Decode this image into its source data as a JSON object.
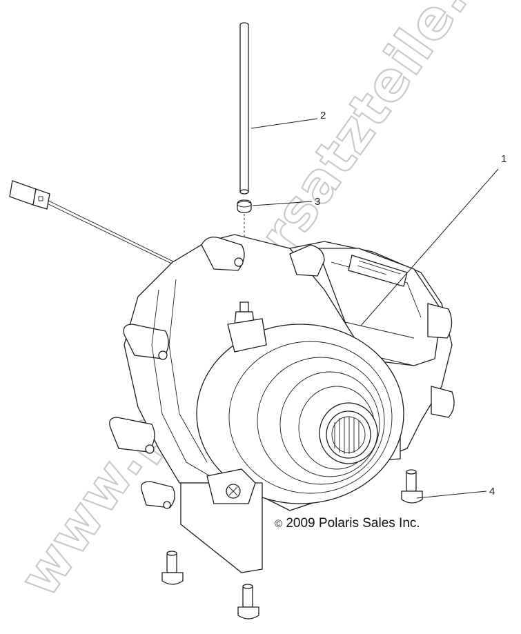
{
  "diagram": {
    "callouts": [
      {
        "id": "1",
        "label": "1"
      },
      {
        "id": "2",
        "label": "2"
      },
      {
        "id": "3",
        "label": "3"
      },
      {
        "id": "4",
        "label": "4"
      }
    ],
    "copyright_symbol": "©",
    "copyright_text": "2009 Polaris Sales Inc.",
    "watermark": "www.polarisersatzteile.de"
  }
}
